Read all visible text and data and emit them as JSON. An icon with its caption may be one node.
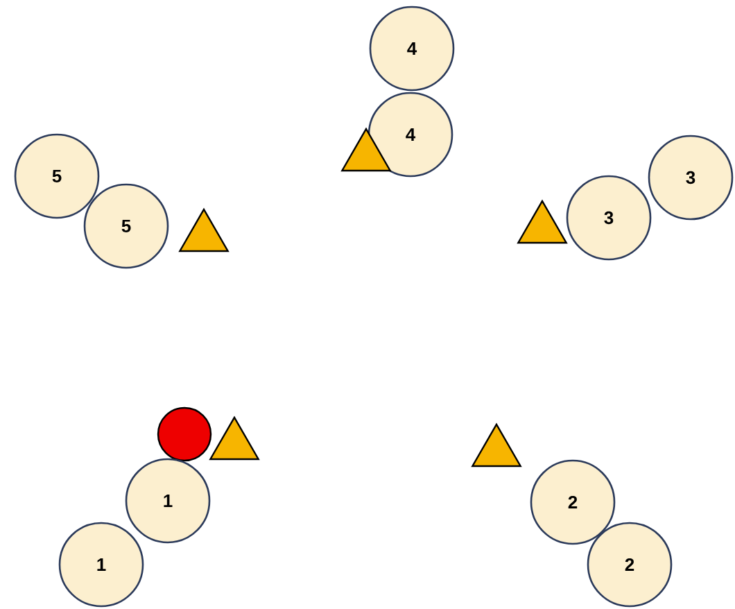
{
  "diagram": {
    "nodes": [
      {
        "text": [
          "4"
        ]
      },
      {
        "text": [
          "4"
        ]
      },
      {
        "text": [],
        "shape": "triangle"
      },
      {
        "text": [
          "5"
        ]
      },
      {
        "text": [
          "5"
        ]
      },
      {
        "text": [],
        "shape": "triangle"
      },
      {
        "text": [],
        "shape": "triangle"
      },
      {
        "text": [
          "3"
        ]
      },
      {
        "text": [
          "3"
        ]
      },
      {
        "text": [],
        "shape": "circle"
      },
      {
        "text": [],
        "shape": "triangle"
      },
      {
        "text": [],
        "shape": "triangle"
      },
      {
        "text": [
          "1"
        ]
      },
      {
        "text": [
          "2"
        ]
      },
      {
        "text": [
          "1"
        ]
      },
      {
        "text": [
          "2"
        ]
      }
    ]
  }
}
